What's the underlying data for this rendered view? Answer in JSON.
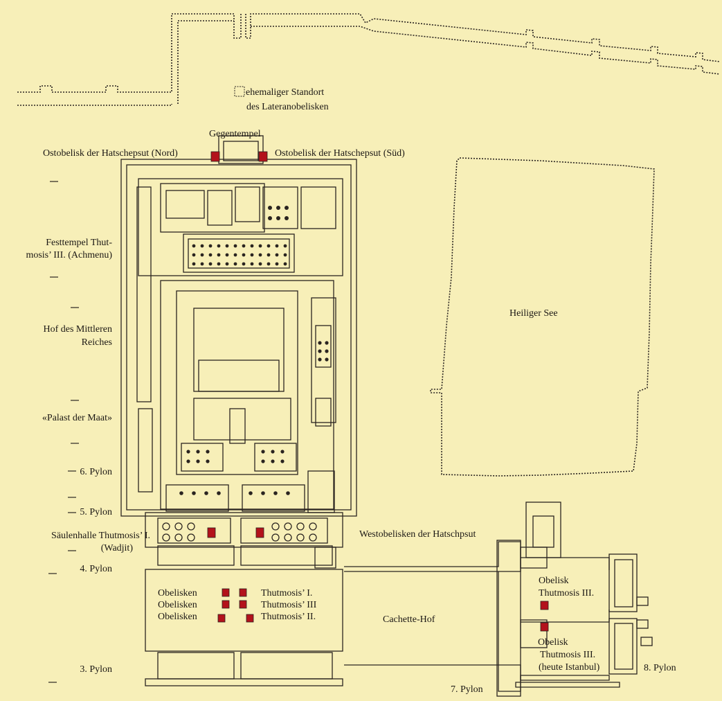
{
  "labels": {
    "lateran": "ehemaliger Standort",
    "lateran2": "des Lateranobelisken",
    "gegentempel": "Gegentempel",
    "ost_nord": "Ostobelisk der Hatschepsut (Nord)",
    "ost_sued": "Ostobelisk der Hatschepsut (Süd)",
    "festtempel1": "Festtempel Thut-",
    "festtempel2": "mosis’ III. (Achmenu)",
    "hof1": "Hof des Mittleren",
    "hof2": "Reiches",
    "palast": "«Palast der Maat»",
    "pylon6": "6. Pylon",
    "pylon5": "5. Pylon",
    "saeulenhalle1": "Säulenhalle Thutmosis’ I.",
    "saeulenhalle2": "(Wadjit)",
    "westobelisken": "Westobelisken der Hatschpsut",
    "pylon4": "4. Pylon",
    "obelisken1": "Obelisken",
    "obelisken2": "Obelisken",
    "obelisken3": "Obelisken",
    "thut1": "Thutmosis’ I.",
    "thut3": "Thutmosis’ III",
    "thut2": "Thutmosis’ II.",
    "cachette": "Cachette-Hof",
    "heiliger_see": "Heiliger See",
    "obelisk_a1": "Obelisk",
    "obelisk_a2": "Thutmosis III.",
    "obelisk_b1": "Obelisk",
    "obelisk_b2": "Thutmosis III.",
    "obelisk_b3": "(heute Istanbul)",
    "pylon3": "3. Pylon",
    "pylon7": "7. Pylon",
    "pylon8": "8. Pylon"
  },
  "colors": {
    "background": "#f7efb8",
    "ink": "#1b1714",
    "obelisk": "#b3121b"
  }
}
